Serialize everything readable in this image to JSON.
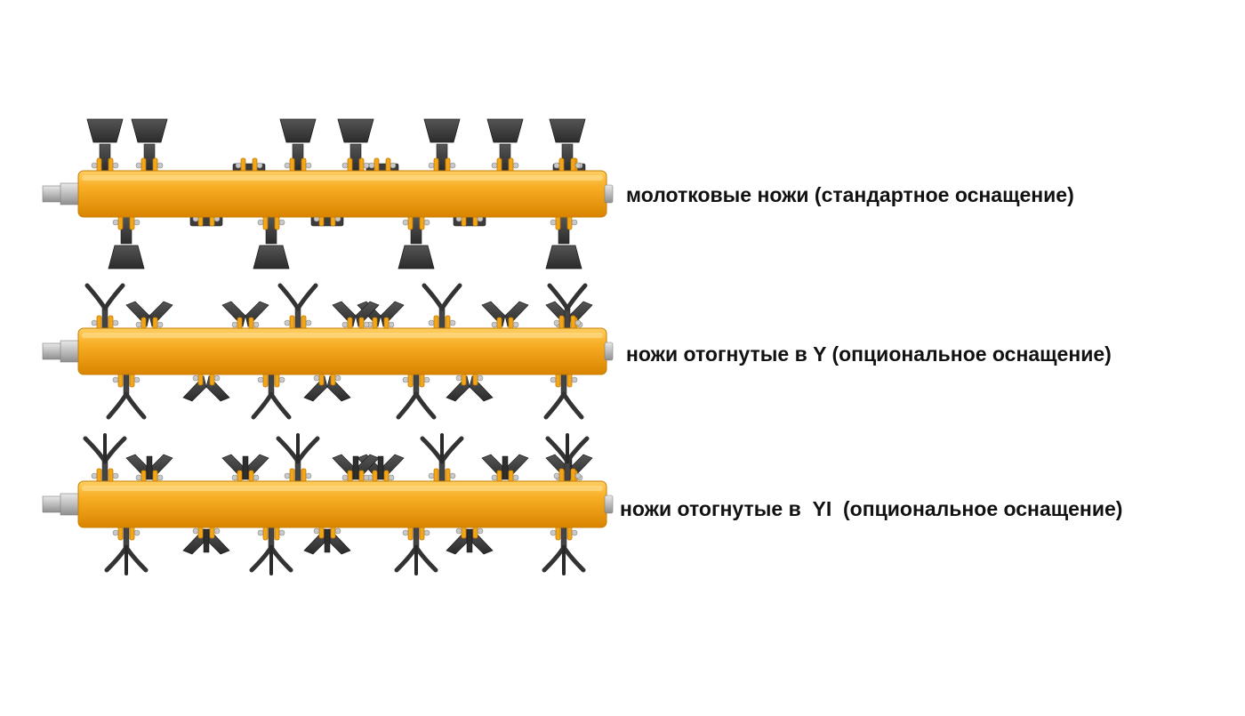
{
  "rotors": [
    {
      "id": "hammer",
      "knife_type": "hammer",
      "label": "молотковые ножи (стандартное оснащение)"
    },
    {
      "id": "y",
      "knife_type": "y",
      "label": "ножи отогнутые в Y (опциональное оснащение)"
    },
    {
      "id": "yi",
      "knife_type": "yi",
      "label": "ножи отогнутые в  YI  (опциональное оснащение)"
    }
  ],
  "colors": {
    "shaft": "#f5a81c",
    "shaft_highlight": "#ffd067",
    "shaft_shadow": "#d98500",
    "knife": "#3a3a3a",
    "knife_highlight": "#5a5a5a",
    "bracket": "#f4a61a",
    "bolt": "#c9c9c9",
    "stub": "#bdbdbd",
    "label": "#111111"
  }
}
